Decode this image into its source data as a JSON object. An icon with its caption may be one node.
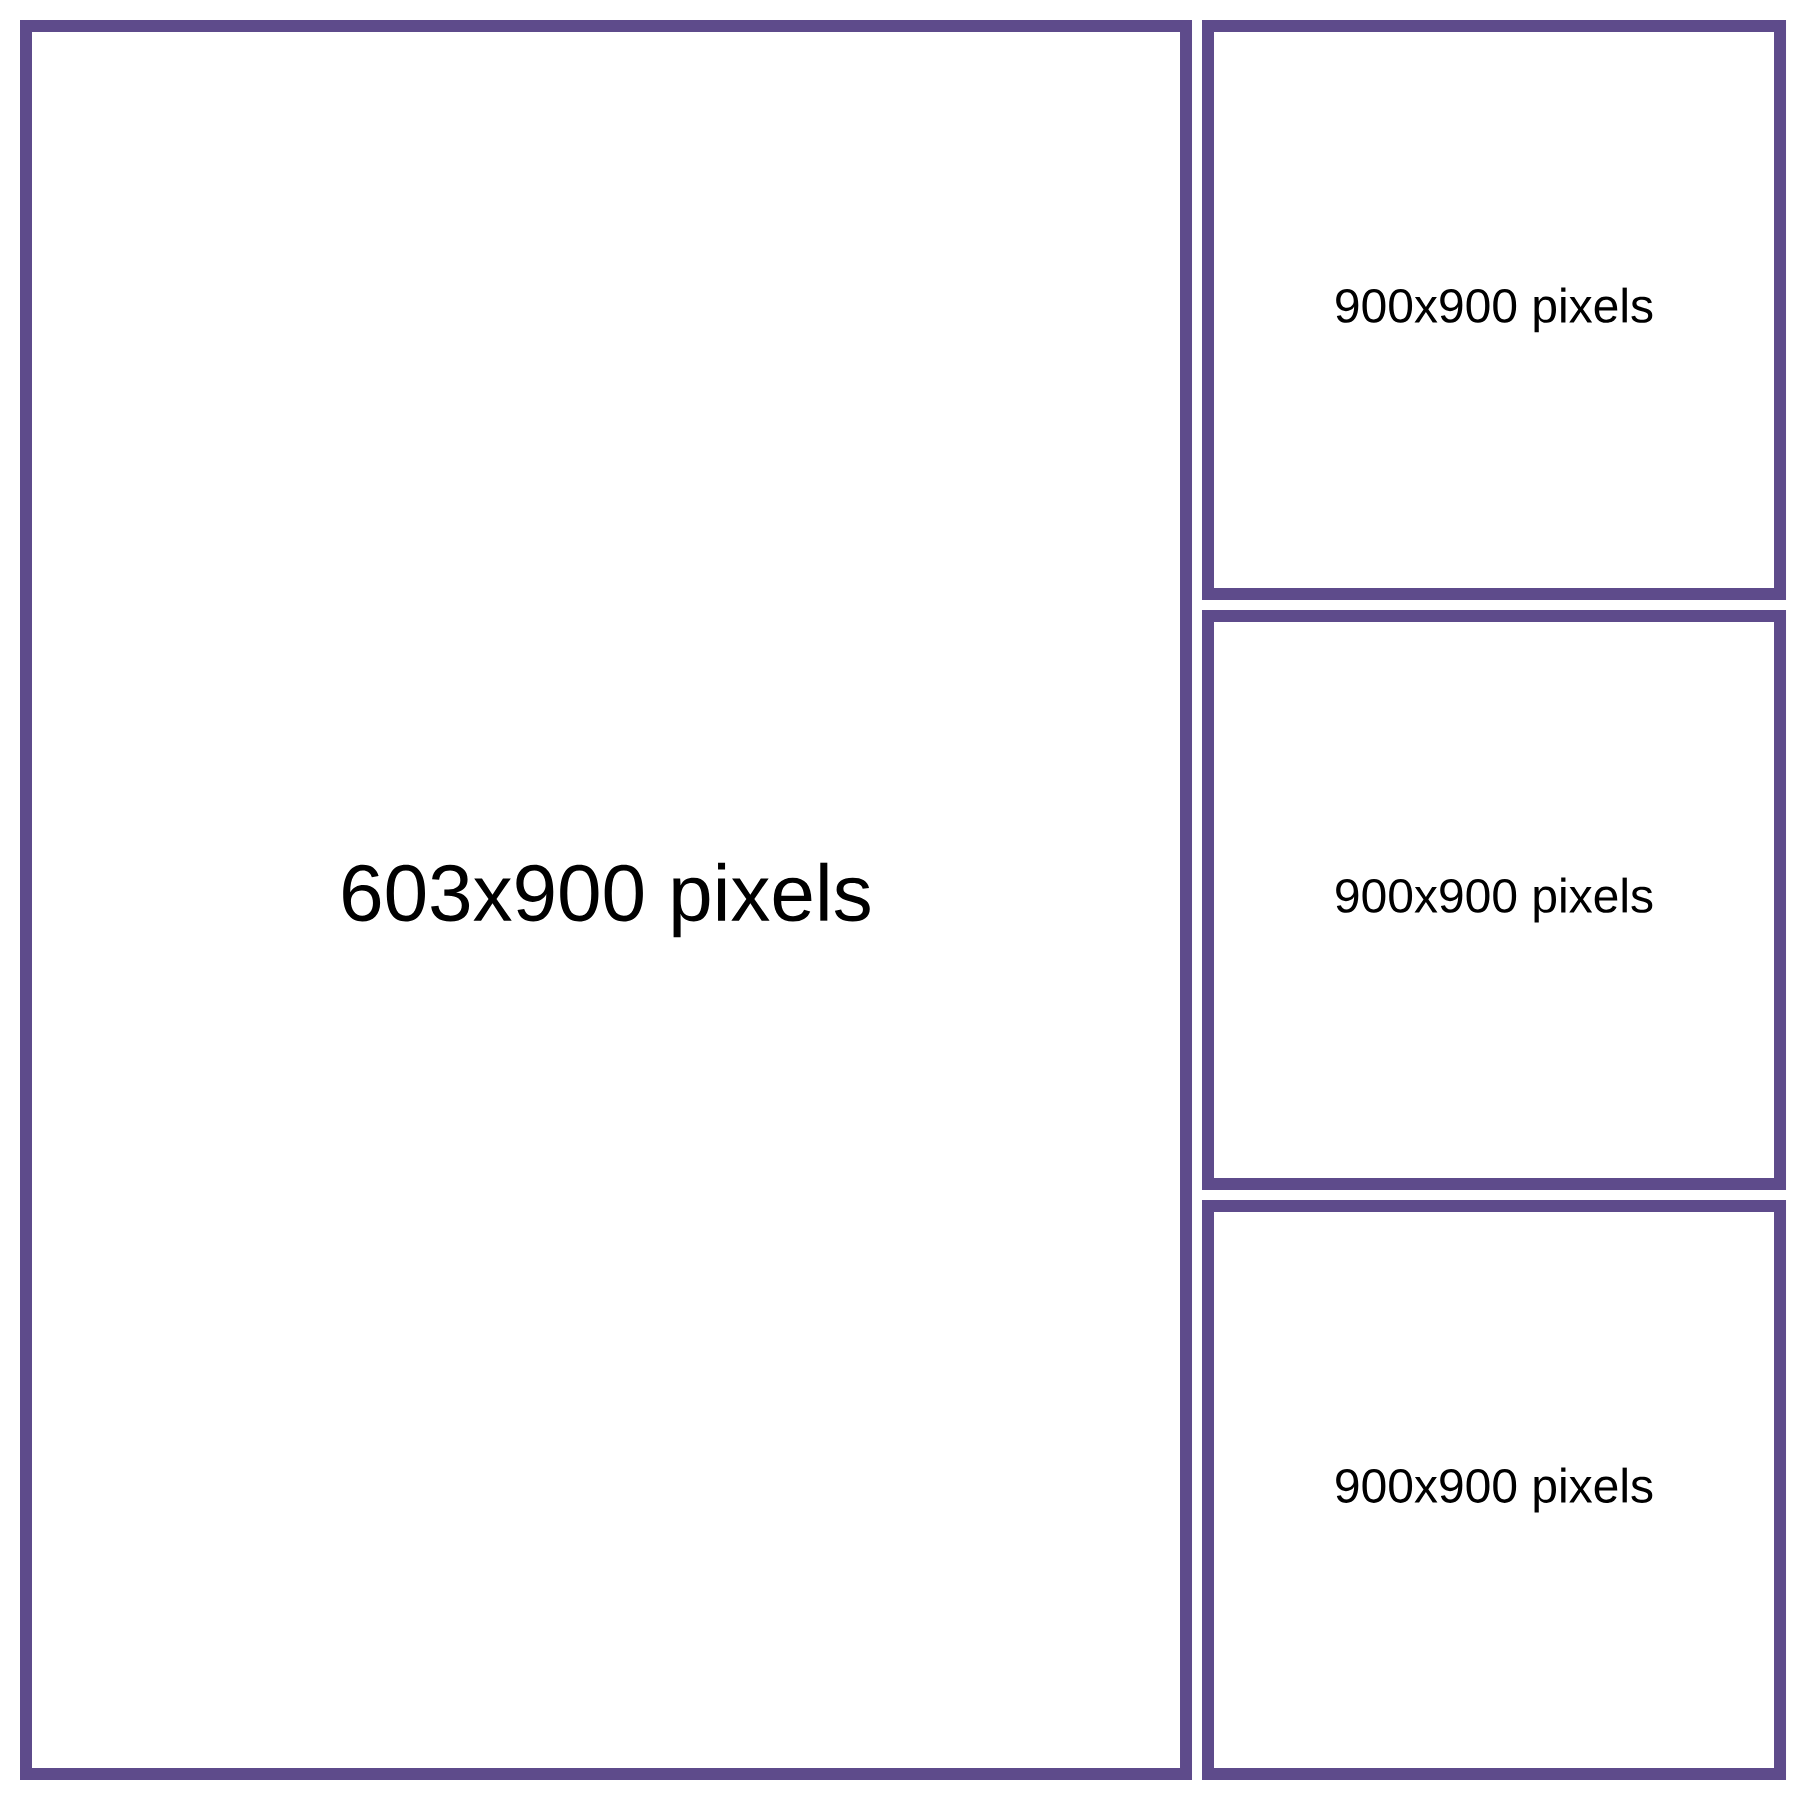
{
  "diagram": {
    "nodes": [
      {
        "text": [
          "603x900 pixels"
        ]
      },
      {
        "text": [
          "900x900 pixels"
        ]
      },
      {
        "text": [
          "900x900 pixels"
        ]
      },
      {
        "text": [
          "900x900 pixels"
        ]
      }
    ]
  }
}
